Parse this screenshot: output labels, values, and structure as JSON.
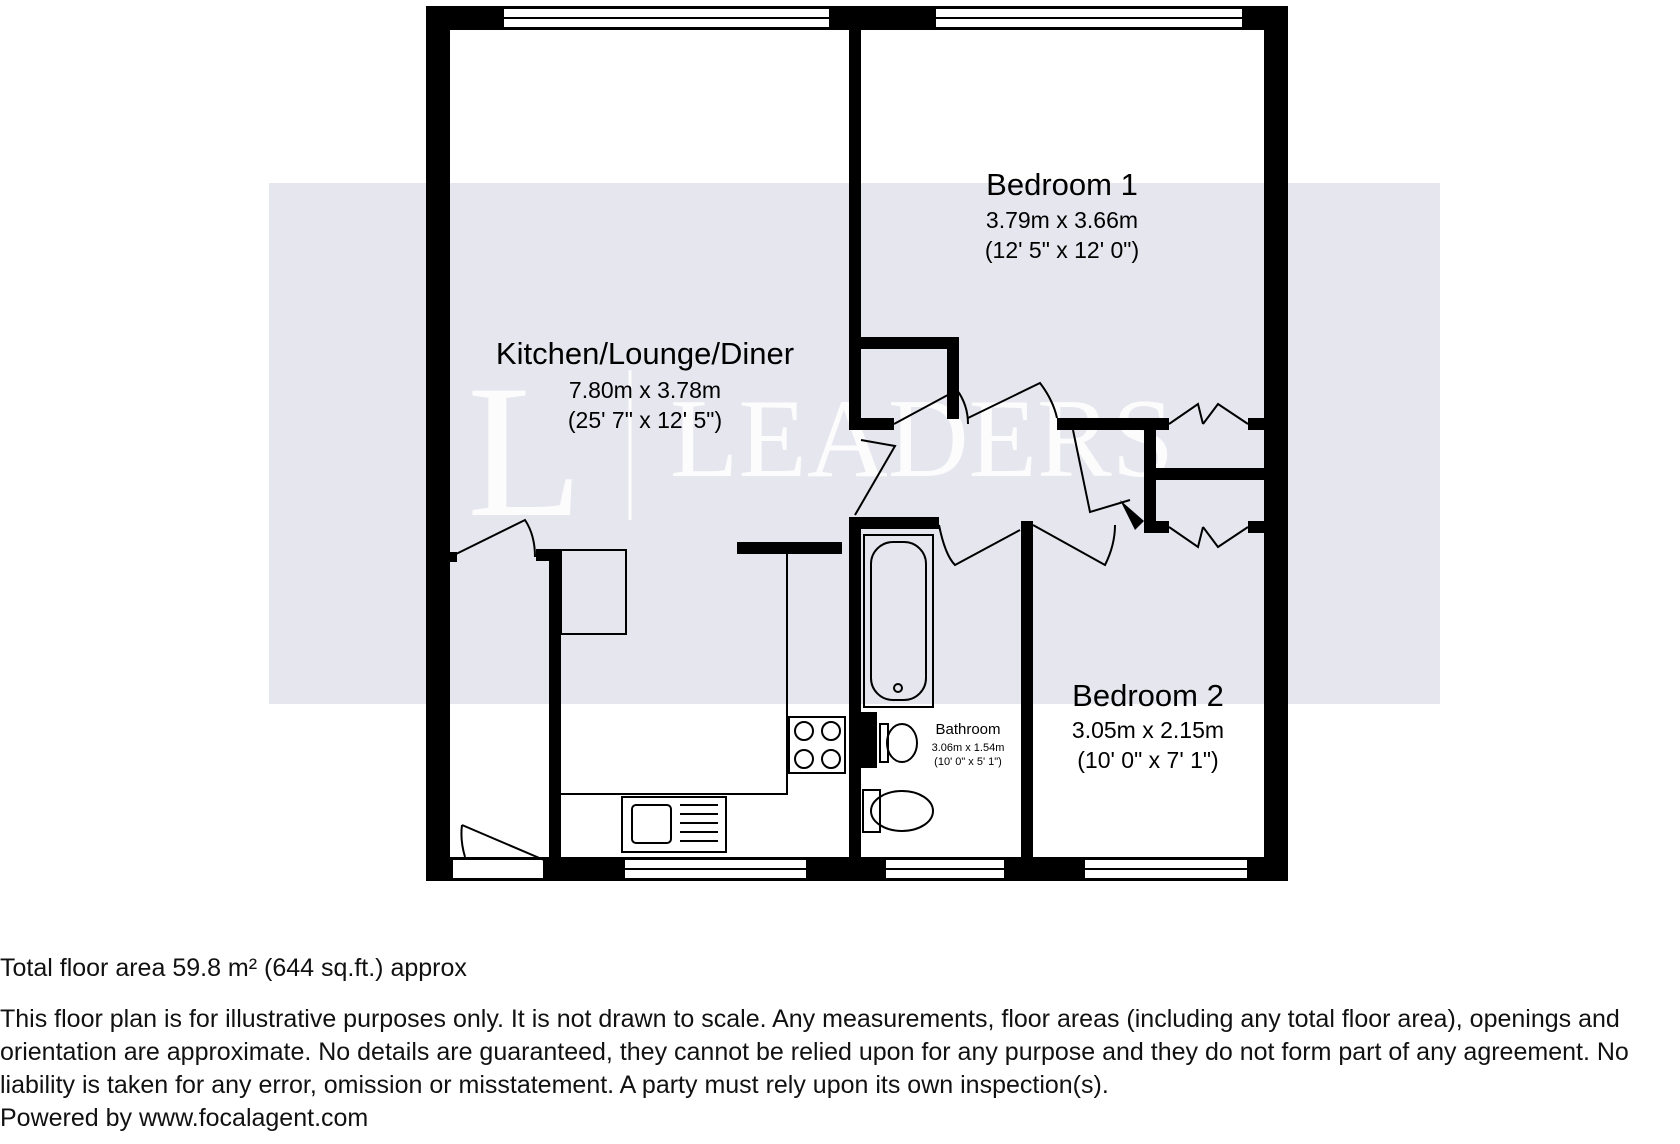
{
  "watermark": {
    "logo_letter": "L",
    "logo_text": "LEADERS"
  },
  "rooms": {
    "kitchen": {
      "name": "Kitchen/Lounge/Diner",
      "metric": "7.80m x 3.78m",
      "imperial": "(25' 7\" x 12' 5\")"
    },
    "bedroom1": {
      "name": "Bedroom 1",
      "metric": "3.79m x 3.66m",
      "imperial": "(12' 5\" x 12' 0\")"
    },
    "bedroom2": {
      "name": "Bedroom 2",
      "metric": "3.05m x 2.15m",
      "imperial": "(10' 0\" x 7' 1\")"
    },
    "bathroom": {
      "name": "Bathroom",
      "metric": "3.06m x 1.54m",
      "imperial": "(10' 0\" x 5' 1\")"
    }
  },
  "footer": {
    "total_area": "Total floor area 59.8 m² (644 sq.ft.) approx",
    "disclaimer": "This floor plan is for illustrative purposes only. It is not drawn to scale. Any measurements, floor areas (including any total floor area), openings and orientation are approximate. No details are guaranteed, they cannot be relied upon for any purpose and they do not form part of any agreement. No liability is taken for any error, omission or misstatement. A party must rely upon its own inspection(s).",
    "powered_by": "Powered by www.focalagent.com"
  },
  "colors": {
    "wall": "#000000",
    "watermark_band": "#e6e6ef",
    "watermark_text": "#ffffff"
  }
}
